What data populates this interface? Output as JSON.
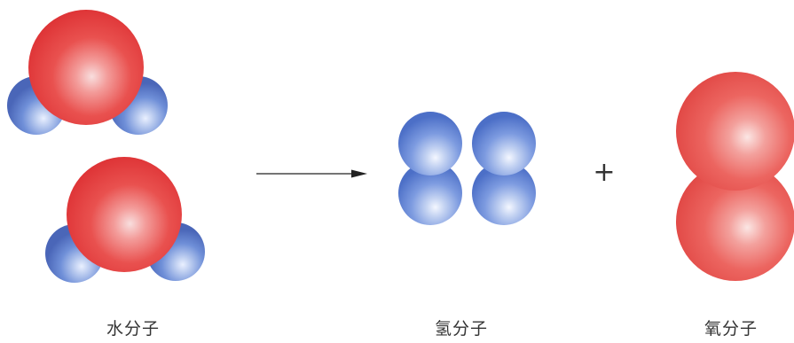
{
  "labels": {
    "water_molecule": "水分子",
    "hydrogen_molecule": "氢分子",
    "oxygen_molecule": "氧分子",
    "plus_sign": "+"
  },
  "colors": {
    "oxygen_atom": "#e8383a",
    "hydrogen_atom": "#5b7fd0",
    "arrow": "#222222"
  },
  "counts": {
    "water_molecules": 2,
    "hydrogen_molecules": 2,
    "oxygen_molecules": 1
  },
  "icons": {
    "arrow": "reaction-arrow-icon"
  }
}
